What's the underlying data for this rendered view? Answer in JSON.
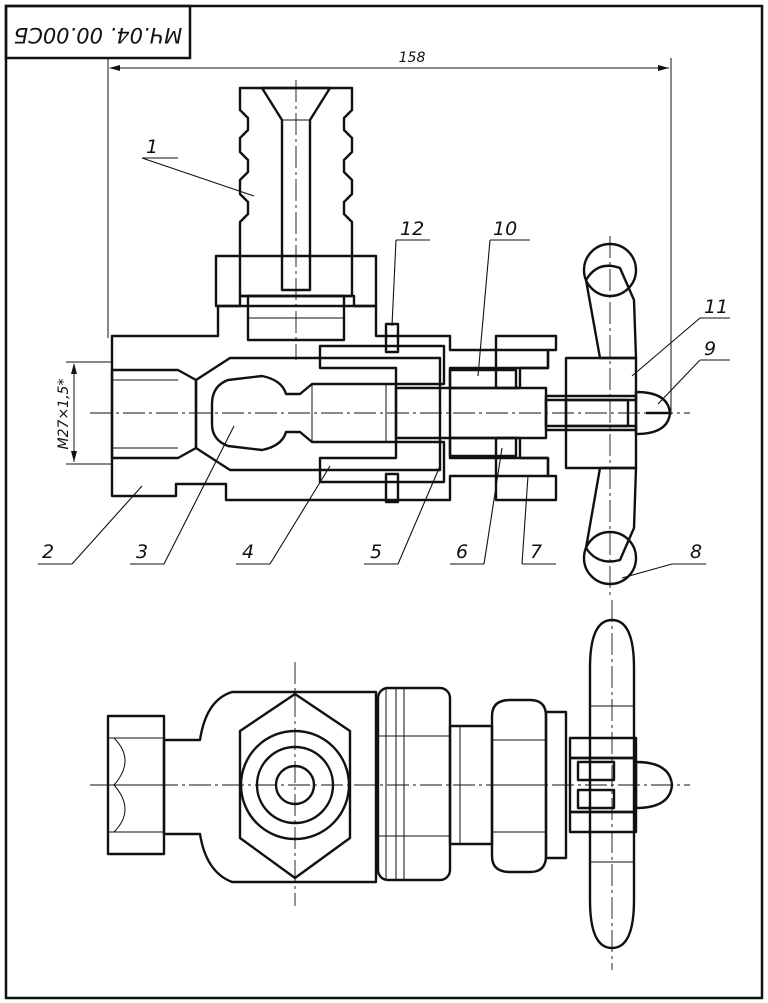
{
  "title_block": {
    "designation": "МЧ.04. 00.00СБ"
  },
  "dimensions": {
    "overall_length": "158",
    "thread": "M27×1,5*"
  },
  "callouts": {
    "c1": "1",
    "c2": "2",
    "c3": "3",
    "c4": "4",
    "c5": "5",
    "c6": "6",
    "c7": "7",
    "c8": "8",
    "c9": "9",
    "c10": "10",
    "c11": "11",
    "c12": "12"
  },
  "icons": {
    "section_view": "valve-cross-section-drawing",
    "plan_view": "valve-top-view-drawing"
  },
  "colors": {
    "ink": "#111111",
    "paper": "#ffffff"
  }
}
